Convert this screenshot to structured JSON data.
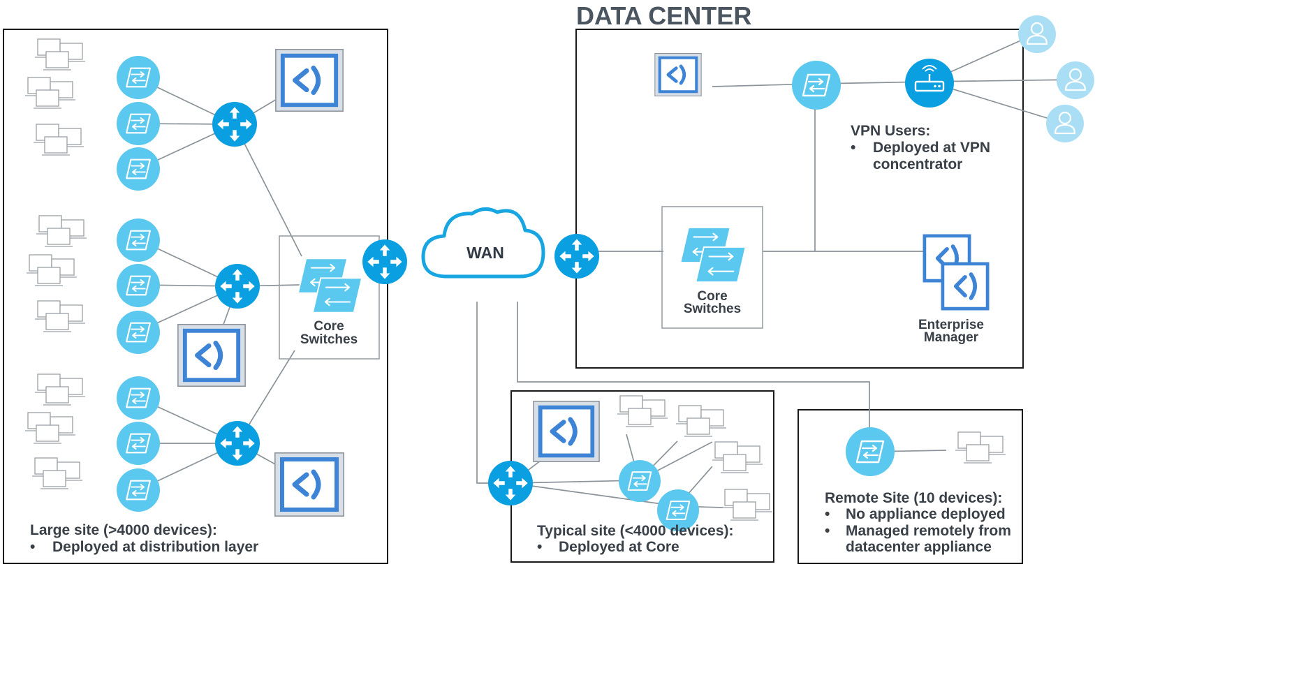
{
  "title": "DATA CENTER",
  "wan_label": "WAN",
  "datacenter": {
    "core_label_line1": "Core",
    "core_label_line2": "Switches",
    "em_label_line1": "Enterprise",
    "em_label_line2": "Manager",
    "vpn_heading": "VPN Users:",
    "vpn_bullet_line1": "Deployed at VPN",
    "vpn_bullet_line2": "concentrator"
  },
  "large_site": {
    "heading": "Large site (>4000 devices):",
    "bullet": "Deployed at distribution layer",
    "core_label_line1": "Core",
    "core_label_line2": "Switches"
  },
  "typical_site": {
    "heading": "Typical site (<4000 devices):",
    "bullet": "Deployed at Core"
  },
  "remote_site": {
    "heading": "Remote Site (10 devices):",
    "bullet1": "No appliance deployed",
    "bullet2_line1": "Managed remotely from",
    "bullet2_line2": "datacenter appliance"
  },
  "bullet_char": "•",
  "colors": {
    "switch_fill": "#5bc8ef",
    "router_fill": "#0a9fe0",
    "appliance_blue": "#3d84d6",
    "appliance_frame": "#d9dfe6",
    "user_fill": "#a9def5",
    "cloud_stroke": "#17a6e2",
    "computer_stroke": "#9aa0a6"
  }
}
